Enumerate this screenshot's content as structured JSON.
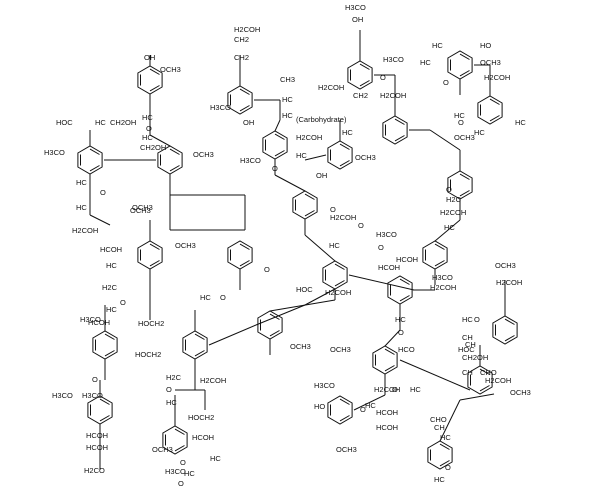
{
  "diagram": {
    "annotation": "(Carbohydrate)",
    "labels": [
      "OH",
      "OCH3",
      "HC",
      "O",
      "HC",
      "HOC",
      "HC",
      "CH2OH",
      "CH2OH",
      "H3CO",
      "OCH3",
      "OCH3",
      "HC",
      "O",
      "HC",
      "OCH3",
      "H2COH",
      "HCOH",
      "HC",
      "H2C",
      "OCH3",
      "HC",
      "O",
      "HOCH2",
      "H3CO",
      "HCOH",
      "HOCH2",
      "H3CO",
      "H3CO",
      "O",
      "HCOH",
      "HCOH",
      "H2CO",
      "H2COH",
      "CH2",
      "CH2",
      "H3CO",
      "OH",
      "CH3",
      "HC",
      "HC",
      "H3CO",
      "O",
      "H2COH",
      "HC",
      "HC",
      "OCH3",
      "OH",
      "O",
      "H2COH",
      "HC",
      "O",
      "H2COH",
      "HOC",
      "O",
      "OCH3",
      "H3CO",
      "OH",
      "H2COH",
      "CH2",
      "H3CO",
      "O",
      "H2COH",
      "HC",
      "HC",
      "O",
      "HO",
      "OCH3",
      "H2COH",
      "HC",
      "HC",
      "O",
      "OCH3",
      "HC",
      "O",
      "H2C",
      "H2COH",
      "HC",
      "OCH3",
      "H2COH",
      "HC",
      "CH",
      "O",
      "CHO",
      "OCH3",
      "HOC",
      "CH",
      "CH2OH",
      "H3CO",
      "O",
      "HCOH",
      "HCOH",
      "H3CO",
      "H2COH",
      "HC",
      "O",
      "HCO",
      "OCH3",
      "H2COH",
      "HC",
      "O",
      "HC",
      "H3CO",
      "HO",
      "O",
      "HCOH",
      "HCOH",
      "CHO",
      "CH",
      "CH",
      "H2COH",
      "HC",
      "O",
      "HC",
      "OCH3",
      "OCH3",
      "H3CO",
      "O",
      "HC",
      "O",
      "HC",
      "H2C",
      "O",
      "HC",
      "H2COH",
      "HOCH2",
      "HCOH",
      "HC",
      "O",
      "OCH3",
      "OH",
      "CH2OH",
      "OH"
    ]
  }
}
